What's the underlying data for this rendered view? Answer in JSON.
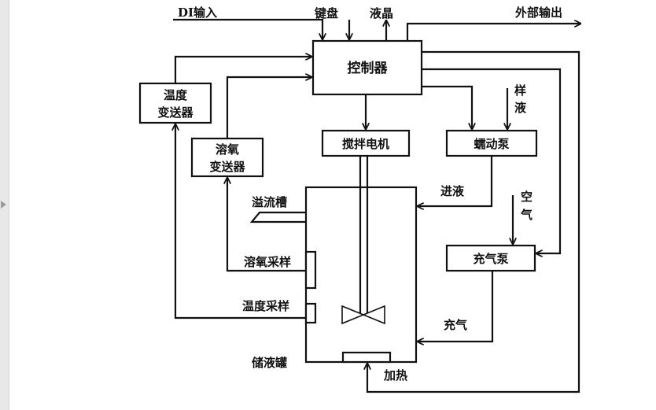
{
  "labels": {
    "di_input": "DI输入",
    "keyboard": "键盘",
    "lcd": "液晶",
    "external_output": "外部输出",
    "controller": "控制器",
    "temp_transmitter_line1": "温度",
    "temp_transmitter_line2": "变送器",
    "do_transmitter_line1": "溶氧",
    "do_transmitter_line2": "变送器",
    "stirring_motor": "搅拌电机",
    "peristaltic_pump": "蠕动泵",
    "sample_liquid_1": "样",
    "sample_liquid_2": "液",
    "overflow_tank": "溢流槽",
    "liquid_inlet": "进液",
    "air_1": "空",
    "air_2": "气",
    "aeration_pump": "充气泵",
    "do_sampling": "溶氧采样",
    "temp_sampling": "温度采样",
    "aeration": "充气",
    "storage_tank": "储液罐",
    "heating": "加热"
  }
}
